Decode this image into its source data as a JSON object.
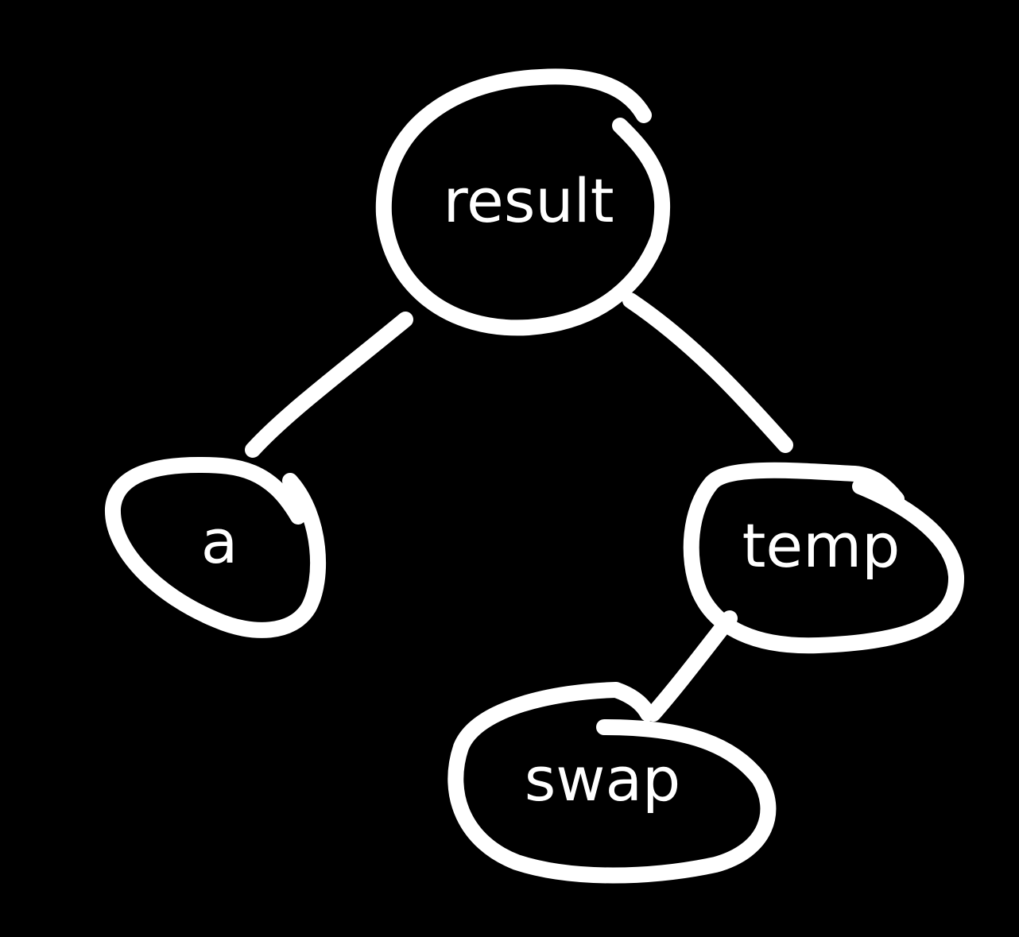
{
  "diagram": {
    "nodes": [
      {
        "id": "result",
        "label": "result"
      },
      {
        "id": "a",
        "label": "a"
      },
      {
        "id": "temp",
        "label": "temp"
      },
      {
        "id": "swap",
        "label": "swap"
      }
    ],
    "edges": [
      {
        "from": "result",
        "to": "a"
      },
      {
        "from": "result",
        "to": "temp"
      },
      {
        "from": "temp",
        "to": "swap"
      }
    ],
    "colors": {
      "background": "#000000",
      "stroke": "#ffffff",
      "text": "#ffffff"
    }
  }
}
